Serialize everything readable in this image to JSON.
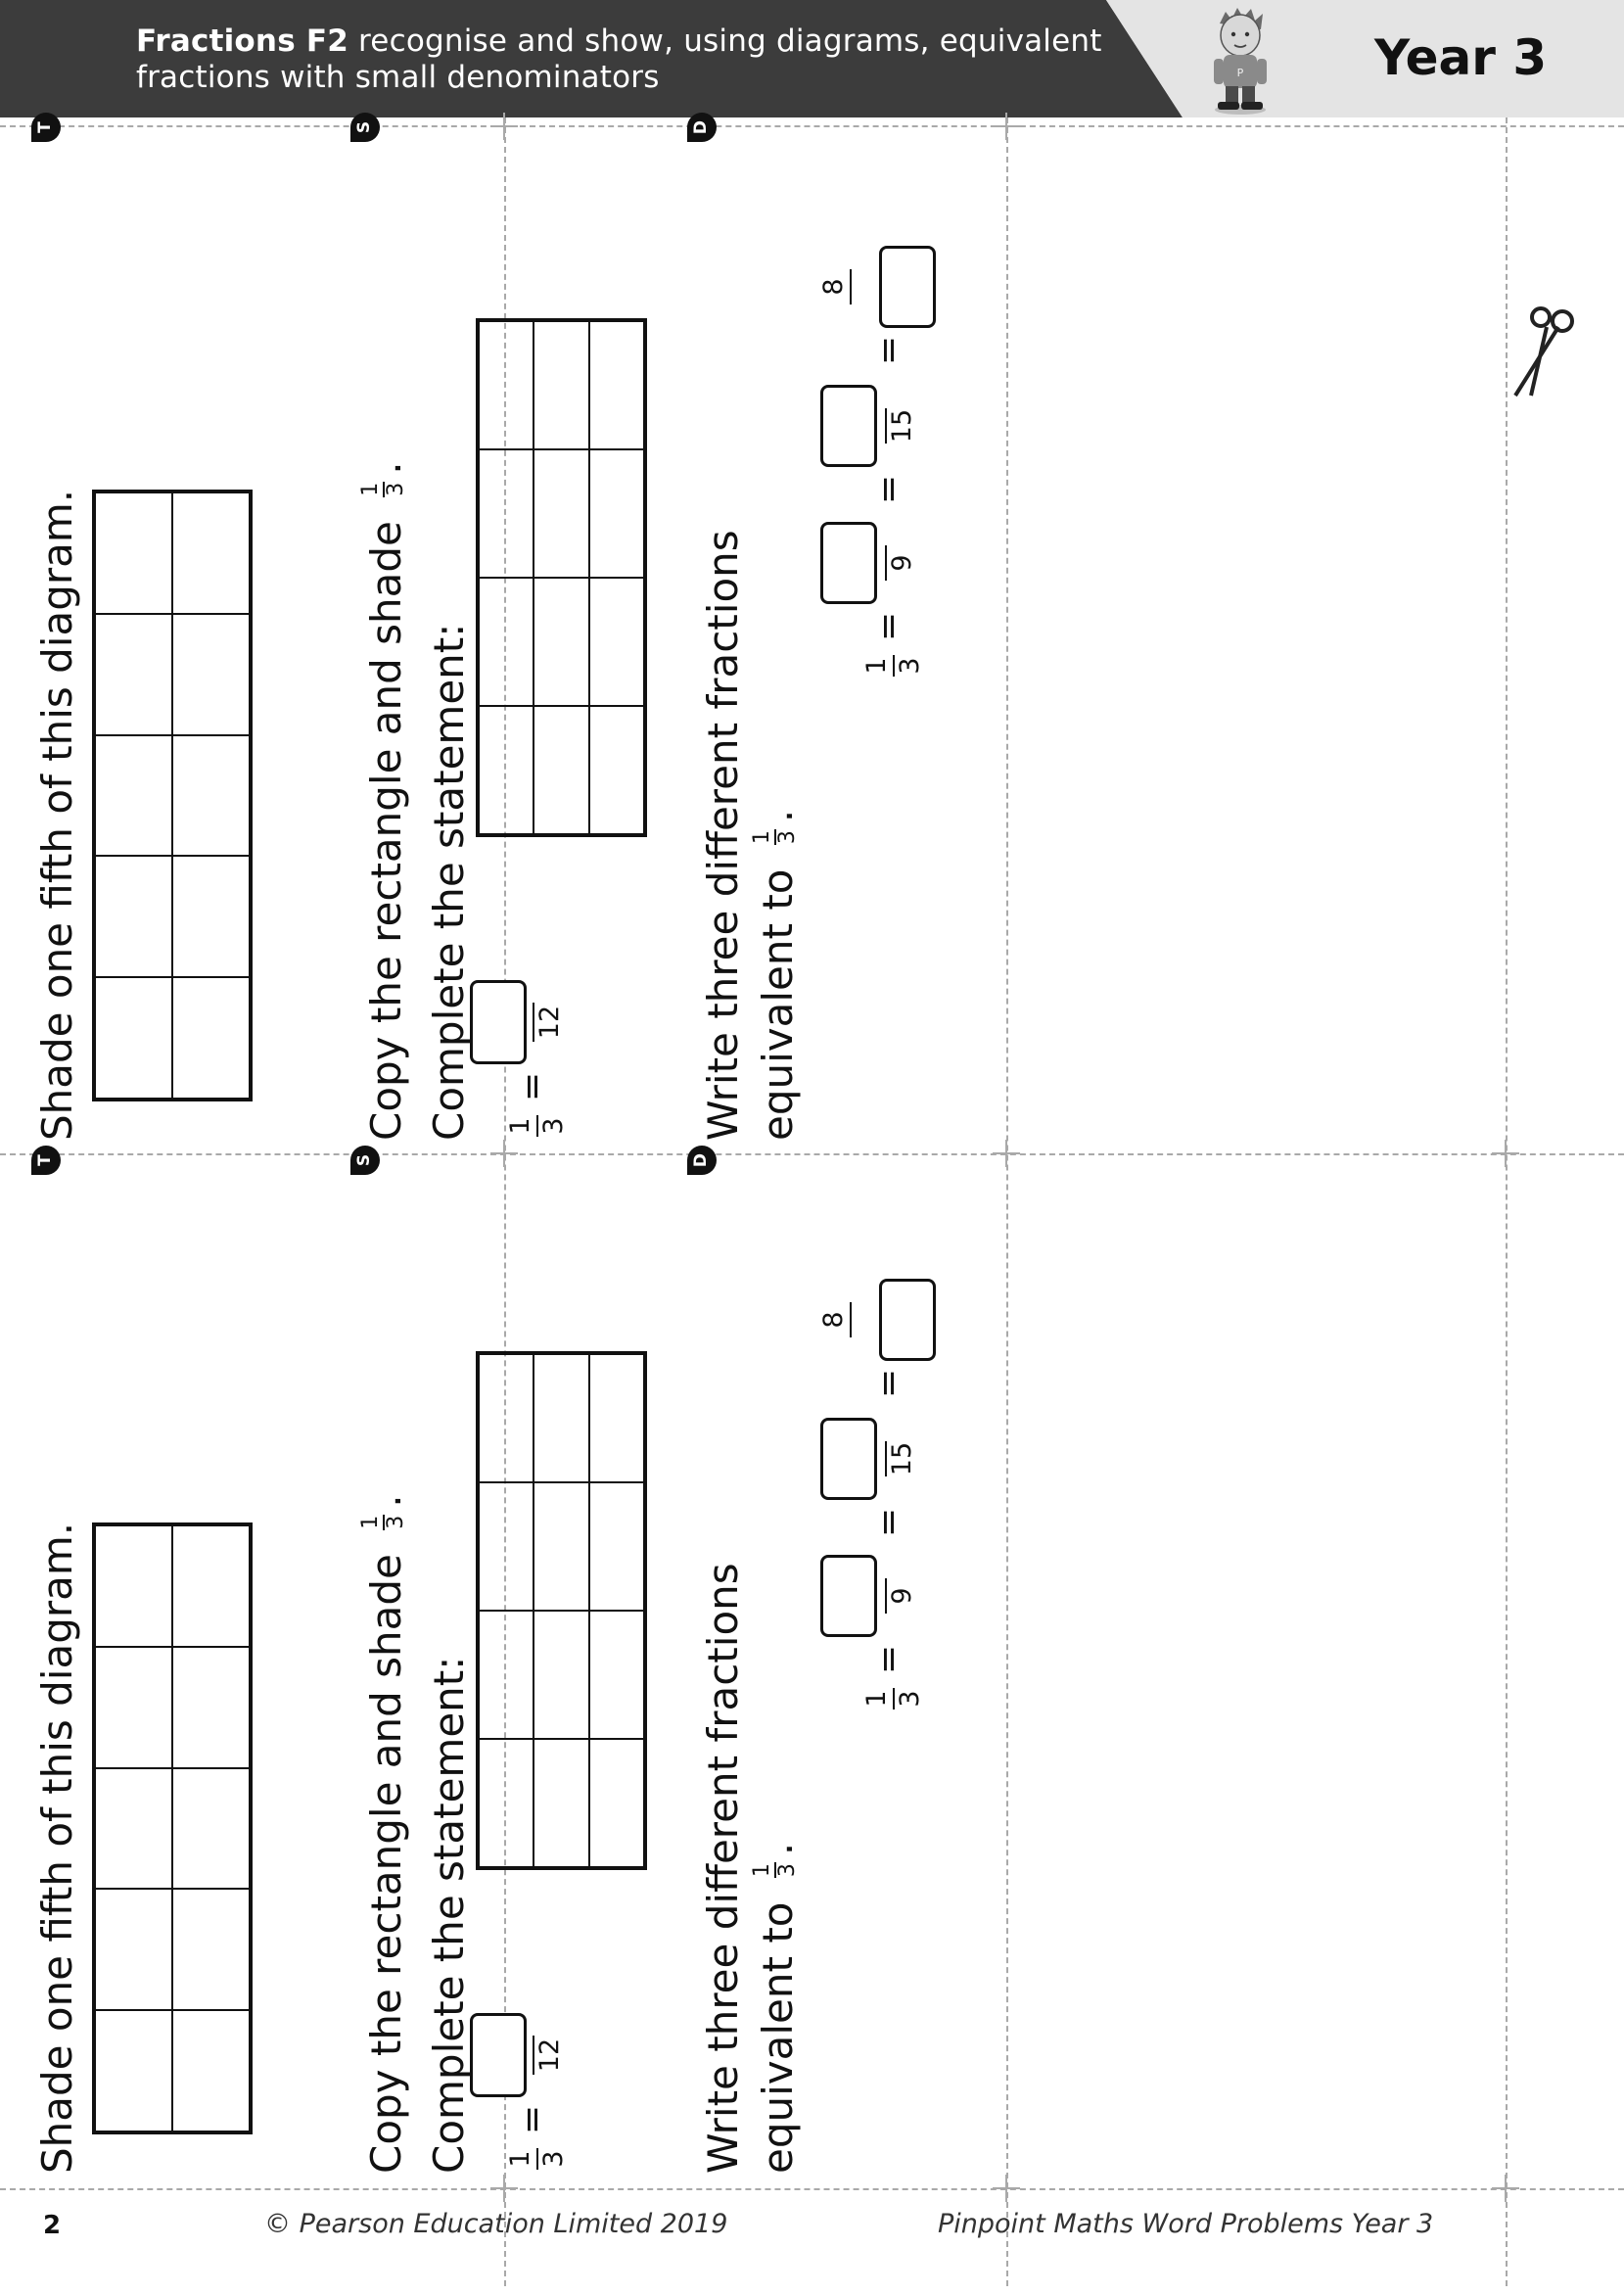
{
  "header": {
    "code": "Fractions F2",
    "line1_rest": " recognise and show, using diagrams, equivalent",
    "line2": "fractions with small denominators",
    "year": "Year 3"
  },
  "cards": [
    {
      "t_badge": "T",
      "t_question": "Shade one fifth of this diagram.",
      "s_badge": "S",
      "s_question": "Copy the rectangle and shade",
      "s_fraction": {
        "numerator": "1",
        "denominator": "3"
      },
      "s_period": ".",
      "s_statement": "Complete the statement:",
      "s_equation": {
        "left_numerator": "1",
        "left_denominator": "3",
        "equals": "=",
        "right_denominator": "12"
      },
      "d_badge": "D",
      "d_question_line1": "Write three different fractions",
      "d_question_line2": "equivalent to",
      "d_fraction": {
        "numerator": "1",
        "denominator": "3"
      },
      "d_period": ".",
      "d_equation": {
        "left_numerator": "1",
        "left_denominator": "3",
        "equals": "=",
        "denominators": [
          "9",
          "15"
        ],
        "numerator_last": "8"
      }
    },
    {
      "t_badge": "T",
      "t_question": "Shade one fifth of this diagram.",
      "s_badge": "S",
      "s_question": "Copy the rectangle and shade",
      "s_fraction": {
        "numerator": "1",
        "denominator": "3"
      },
      "s_period": ".",
      "s_statement": "Complete the statement:",
      "s_equation": {
        "left_numerator": "1",
        "left_denominator": "3",
        "equals": "=",
        "right_denominator": "12"
      },
      "d_badge": "D",
      "d_question_line1": "Write three different fractions",
      "d_question_line2": "equivalent to",
      "d_fraction": {
        "numerator": "1",
        "denominator": "3"
      },
      "d_period": ".",
      "d_equation": {
        "left_numerator": "1",
        "left_denominator": "3",
        "equals": "=",
        "denominators": [
          "9",
          "15"
        ],
        "numerator_last": "8"
      }
    }
  ],
  "footer": {
    "page_number": "2",
    "copyright": "© Pearson Education Limited 2019",
    "book_title": "Pinpoint Maths Word Problems Year 3"
  },
  "colors": {
    "header_dark": "#3c3c3c",
    "header_light": "#e4e4e4",
    "badge": "#111111",
    "cut_line": "#a9a9a9"
  },
  "icons": [
    "mascot-boy-icon",
    "scissors-icon",
    "marker-badge-icon"
  ]
}
